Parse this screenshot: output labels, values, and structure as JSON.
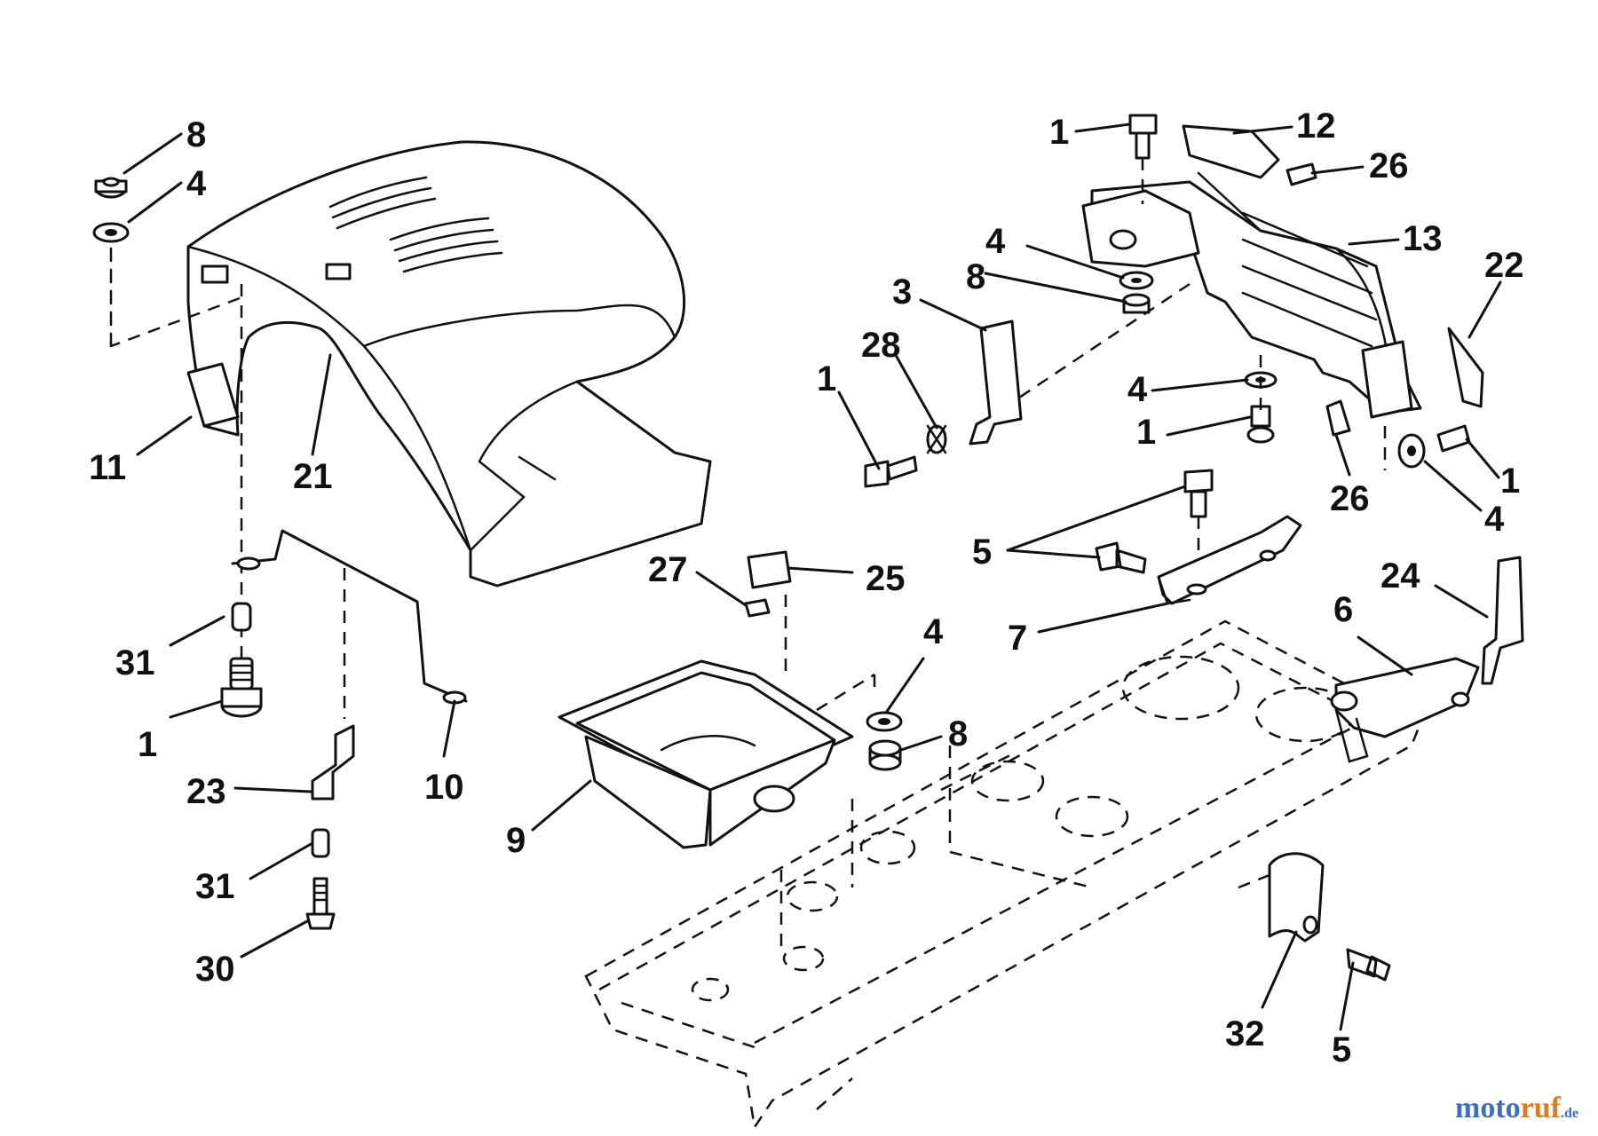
{
  "diagram": {
    "callouts": {
      "c1": "8",
      "c2": "4",
      "c3": "11",
      "c4": "21",
      "c5": "31",
      "c6": "1",
      "c7": "10",
      "c8": "23",
      "c9": "31",
      "c10": "30",
      "c11": "27",
      "c12": "25",
      "c13": "4",
      "c14": "8",
      "c15": "9",
      "c16": "1",
      "c17": "12",
      "c18": "26",
      "c19": "13",
      "c20": "4",
      "c21": "8",
      "c22": "3",
      "c23": "28",
      "c24": "1",
      "c25": "22",
      "c26": "4",
      "c27": "1",
      "c28": "26",
      "c29": "1",
      "c30": "4",
      "c31": "5",
      "c32": "7",
      "c33": "24",
      "c34": "6",
      "c35": "32",
      "c36": "5"
    }
  },
  "watermark": {
    "part1": "moto",
    "part2": "ruf",
    "part3": ".de"
  },
  "colors": {
    "ink": "#111111",
    "watermark_blue": "#3d6fbf",
    "watermark_orange": "#e07a1f"
  }
}
